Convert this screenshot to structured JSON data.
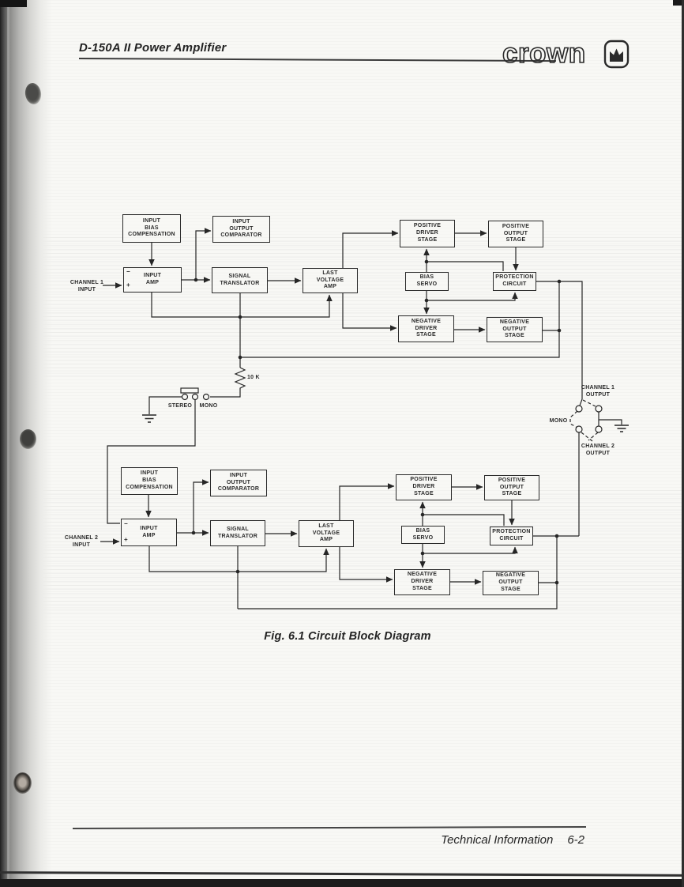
{
  "page": {
    "header": {
      "title": "D-150A II  Power Amplifier",
      "brand": "crown"
    },
    "caption": "Fig. 6.1  Circuit Block Diagram",
    "footer": {
      "section": "Technical Information",
      "page_number": "6-2"
    }
  },
  "diagram": {
    "channel1": {
      "input_label": "CHANNEL 1\nINPUT",
      "minus": "−",
      "plus": "+",
      "blocks": {
        "input_bias_compensation": "INPUT\nBIAS\nCOMPENSATION",
        "input_output_comparator": "INPUT\nOUTPUT\nCOMPARATOR",
        "input_amp": "INPUT\nAMP",
        "signal_translator": "SIGNAL\nTRANSLATOR",
        "last_voltage_amp": "LAST\nVOLTAGE\nAMP",
        "positive_driver_stage": "POSITIVE\nDRIVER\nSTAGE",
        "positive_output_stage": "POSITIVE\nOUTPUT\nSTAGE",
        "bias_servo": "BIAS\nSERVO",
        "protection_circuit": "PROTECTION\nCIRCUIT",
        "negative_driver_stage": "NEGATIVE\nDRIVER\nSTAGE",
        "negative_output_stage": "NEGATIVE\nOUTPUT\nSTAGE"
      }
    },
    "channel2": {
      "input_label": "CHANNEL 2\nINPUT",
      "minus": "−",
      "plus": "+",
      "blocks": {
        "input_bias_compensation": "INPUT\nBIAS\nCOMPENSATION",
        "input_output_comparator": "INPUT\nOUTPUT\nCOMPARATOR",
        "input_amp": "INPUT\nAMP",
        "signal_translator": "SIGNAL\nTRANSLATOR",
        "last_voltage_amp": "LAST\nVOLTAGE\nAMP",
        "positive_driver_stage": "POSITIVE\nDRIVER\nSTAGE",
        "positive_output_stage": "POSITIVE\nOUTPUT\nSTAGE",
        "bias_servo": "BIAS\nSERVO",
        "protection_circuit": "PROTECTION\nCIRCUIT",
        "negative_driver_stage": "NEGATIVE\nDRIVER\nSTAGE",
        "negative_output_stage": "NEGATIVE\nOUTPUT\nSTAGE"
      }
    },
    "resistor_label": "10 K",
    "input_switch": {
      "stereo": "STEREO",
      "mono": "MONO"
    },
    "output_switch": {
      "channel1": "CHANNEL 1\nOUTPUT",
      "mono": "MONO",
      "channel2": "CHANNEL 2\nOUTPUT"
    }
  },
  "ink_color": "#262626",
  "paper_color": "#f8f8f5"
}
